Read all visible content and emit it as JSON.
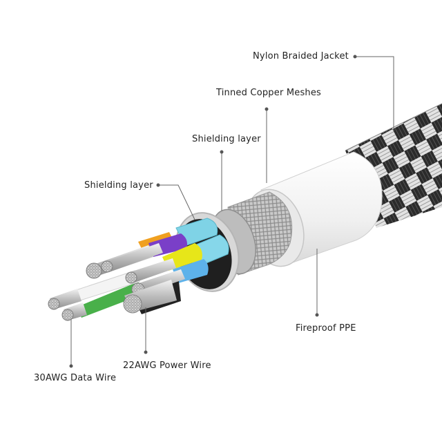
{
  "labels": {
    "nylon_jacket": "Nylon Braided Jacket",
    "tinned_copper": "Tinned Copper Meshes",
    "shielding_outer": "Shielding layer",
    "shielding_inner": "Shielding layer",
    "fireproof": "Fireproof PPE",
    "power_wire": "22AWG Power Wire",
    "data_wire": "30AWG Data Wire"
  },
  "colors": {
    "braid_dark": "#2b2b2b",
    "braid_light": "#e6e6e6",
    "ppe_jacket": "#f2f2f2",
    "mesh": "#b9b9b9",
    "foil": "#d9d9d9",
    "inner_core": "#1e1e1e",
    "wire_cyan": "#7fd3e6",
    "wire_purple": "#7a3fc8",
    "wire_yellow": "#e7e619",
    "wire_orange": "#f0a020",
    "wire_blue": "#5db2ea",
    "wire_green": "#49b04a",
    "wire_white": "#f4f4f4",
    "conductor": "#c8c8c8"
  }
}
